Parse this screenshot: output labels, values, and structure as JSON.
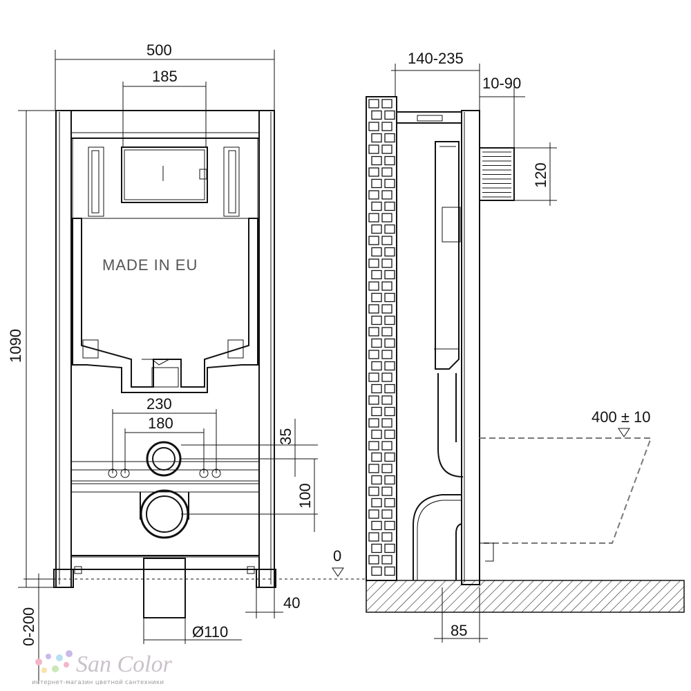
{
  "dimensions": {
    "width_total": "500",
    "plate_width": "185",
    "height_total": "1090",
    "bolt_spacing_outer": "230",
    "bolt_spacing_inner": "180",
    "offset_35": "35",
    "offset_100": "100",
    "adjust_height": "0-200",
    "foot_40": "40",
    "drain_diameter": "Ø110",
    "depth_range": "140-235",
    "depth_adjust": "10-90",
    "flush_height": "120",
    "bowl_height": "400 ± 10",
    "floor_level": "0",
    "floor_85": "85"
  },
  "panel": {
    "made_in": "MADE IN EU"
  },
  "branding": {
    "logo_text": "San Color",
    "tagline": "интернет-магазин цветной сантехники",
    "dot_colors": [
      "#f2b6c8",
      "#c9b8e8",
      "#b8e0f0",
      "#f7e3a8",
      "#c8e8b8"
    ]
  }
}
